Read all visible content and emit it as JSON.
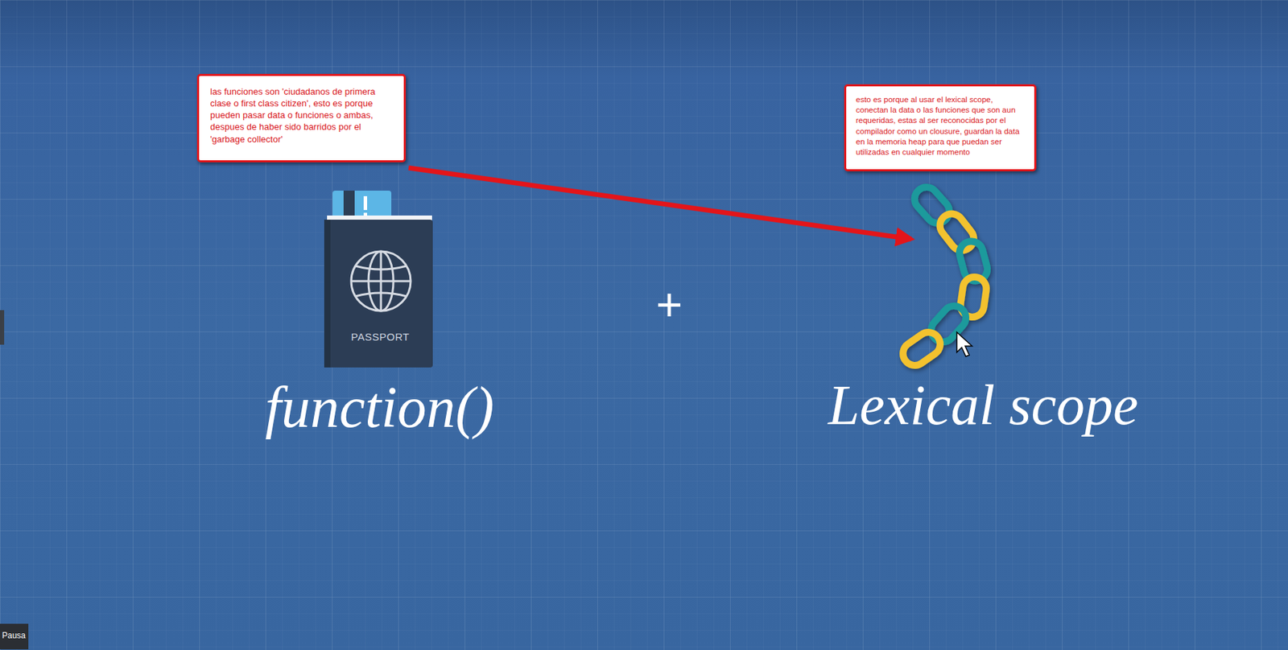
{
  "diagram": {
    "nodes": [
      {
        "text": [
          "las funciones son 'ciudadanos de primera clase o first class citizen', esto es porque pueden pasar data o funciones o ambas, despues de haber sido barridos por el 'garbage collector'"
        ]
      },
      {
        "text": [
          "esto es porque al usar el lexical scope, conectan la data o las funciones que son aun requeridas, estas al ser reconocidas por el compilador como un clousure, guardan la data en la memoria heap para que puedan ser utilizadas en cualquier momento"
        ]
      }
    ],
    "labels": [
      "PASSPORT",
      "function()",
      "+",
      "Lexical scope",
      "Pausa"
    ]
  }
}
